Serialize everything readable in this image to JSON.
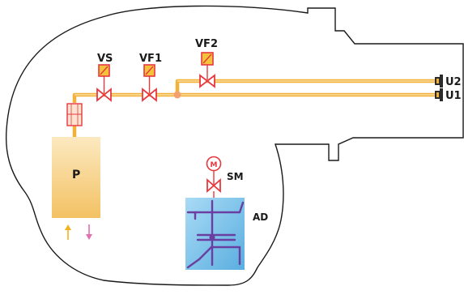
{
  "labels": {
    "vs": "VS",
    "vf1": "VF1",
    "vf2": "VF2",
    "u1": "U1",
    "u2": "U2",
    "p": "P",
    "sm": "SM",
    "ad": "AD",
    "motor": "M"
  },
  "colors": {
    "outline": "#1a1a1a",
    "pipe": "#f2b23a",
    "valve": "#e8383f",
    "actuator_fill": "#f6c23c",
    "tank_top": "#fce9c0",
    "tank_bottom": "#f3c163",
    "tank_up_arrow": "#f5b21c",
    "tank_down_arrow": "#e36fb0",
    "ad_fill": "#7ec2ea",
    "ad_frame": "#6a3fa1",
    "outlet": "#2b2b2b"
  },
  "icons": {
    "valve": "valve-icon",
    "actuator": "valve-actuator-icon",
    "filter": "filter-icon",
    "motor": "motor-icon",
    "outlet": "outlet-nozzle-icon",
    "arrow_up": "arrow-up-icon",
    "arrow_down": "arrow-down-icon"
  }
}
